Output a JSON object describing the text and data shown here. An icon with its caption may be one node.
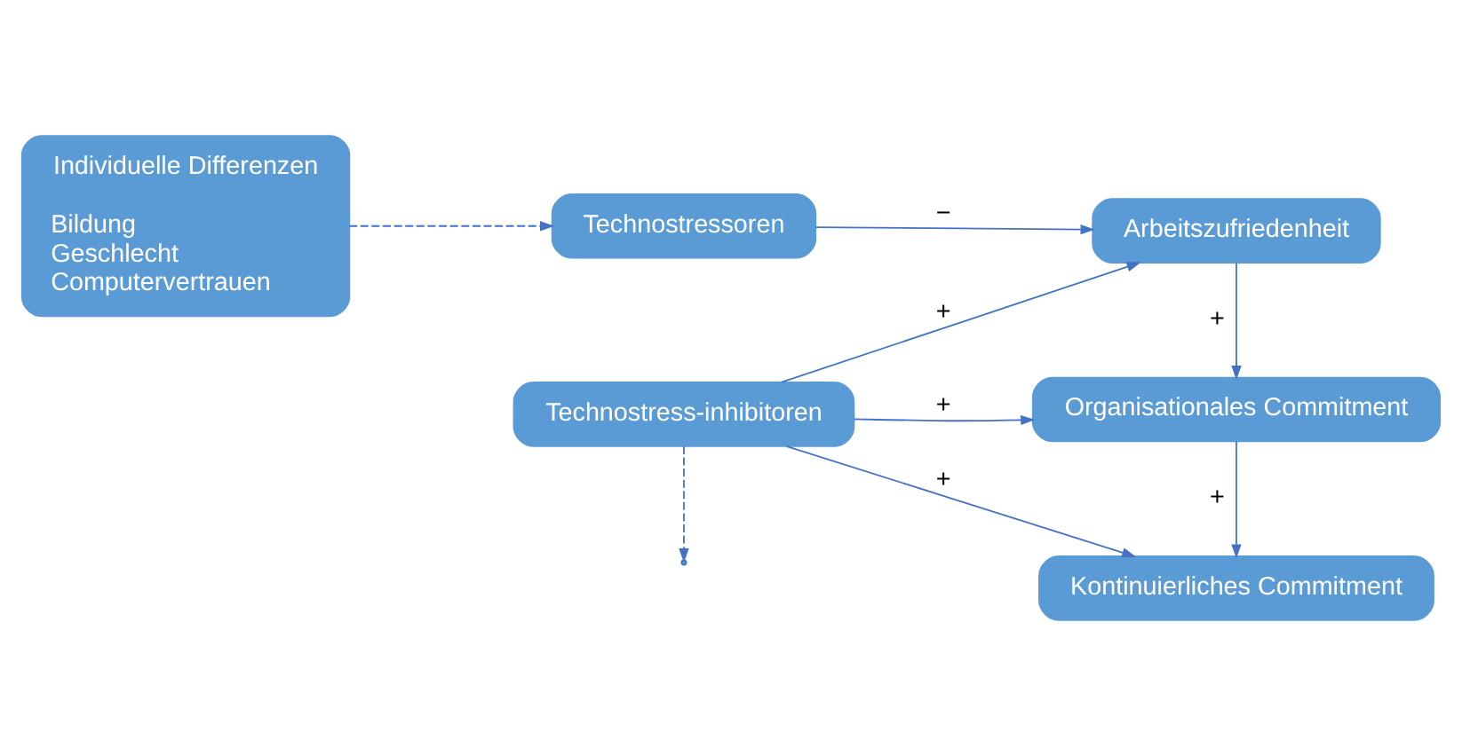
{
  "diagram": {
    "nodes": [
      {
        "text": [
          "Technostressoren"
        ]
      },
      {
        "text": [
          "Arbeitszufriedenheit"
        ]
      },
      {
        "text": [
          "Individuelle Differenzen",
          "Bildung",
          "Geschlecht",
          "Computervertrauen"
        ]
      },
      {
        "text": [
          "Organisationales Commitment"
        ]
      },
      {
        "text": [
          "Technostress-inhibitoren"
        ]
      },
      {
        "text": [
          "Kontinuierliches Commitment"
        ]
      }
    ],
    "edges": [
      {
        "from": 0,
        "to": 1,
        "arrow": "to",
        "label": "−"
      },
      {
        "from": 2,
        "to": 0,
        "arrow": "to",
        "style": "dashed"
      },
      {
        "from": 4,
        "to": null,
        "arrow": "to",
        "style": "dashed"
      },
      {
        "from": 4,
        "to": 1,
        "arrow": "to",
        "label": "+"
      },
      {
        "from": 1,
        "to": 3,
        "arrow": "to",
        "label": "+"
      },
      {
        "from": 4,
        "to": 3,
        "arrow": "to",
        "label": "+"
      },
      {
        "from": 3,
        "to": 5,
        "arrow": "to",
        "label": "+"
      },
      {
        "from": 4,
        "to": 5,
        "arrow": "to",
        "label": "+"
      }
    ]
  }
}
